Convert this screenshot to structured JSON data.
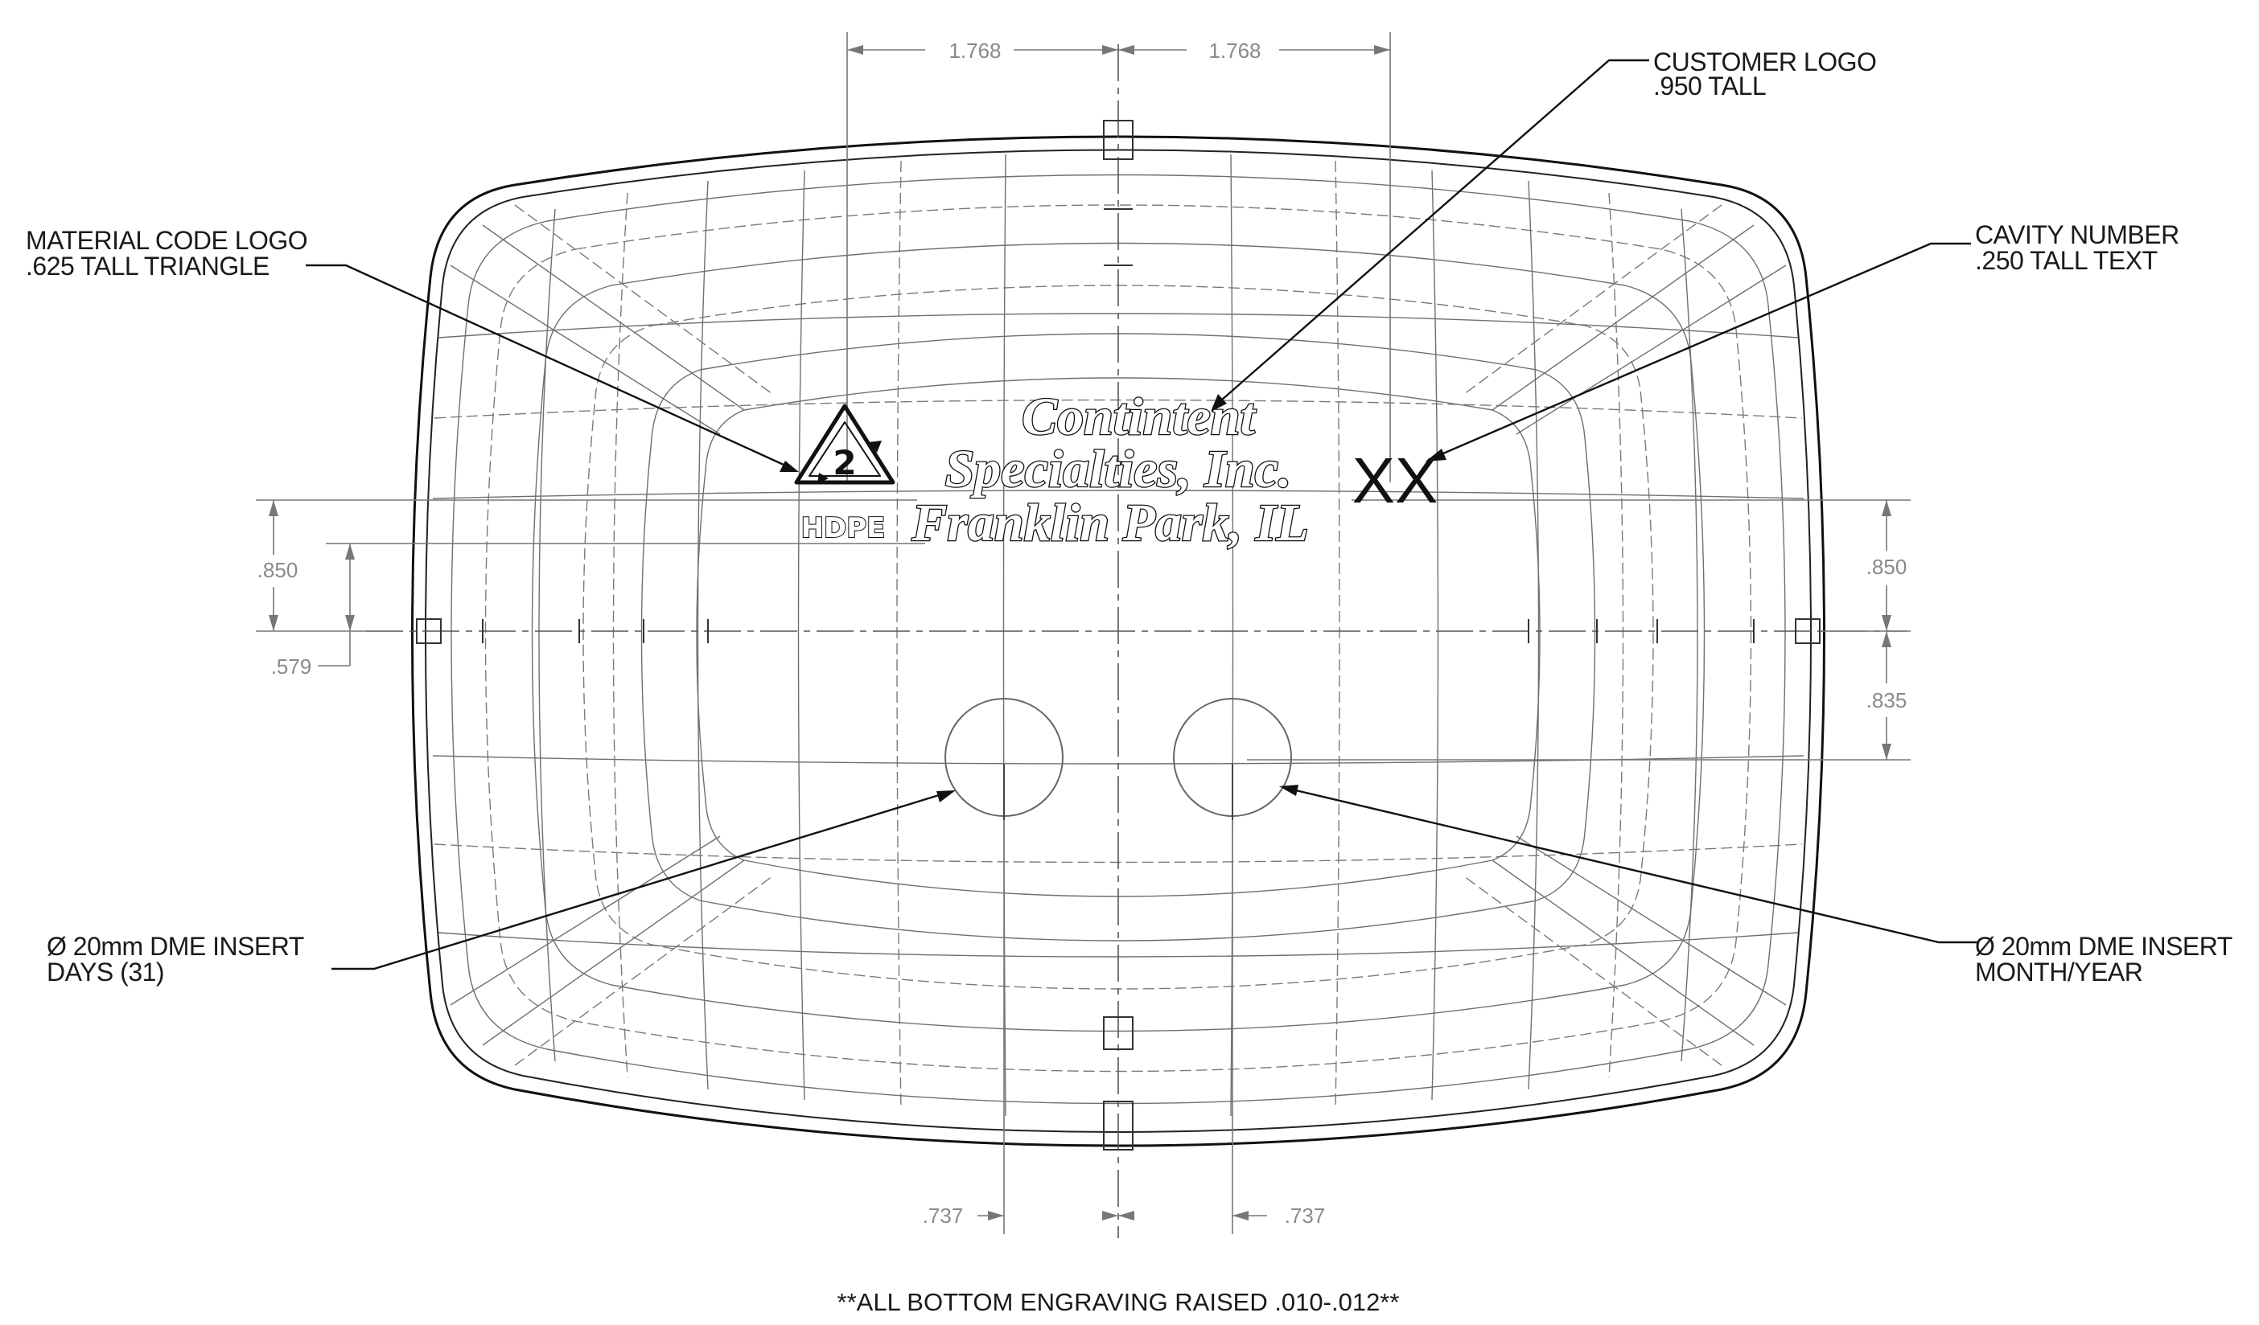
{
  "callouts": {
    "customer_logo": {
      "line1": "CUSTOMER LOGO",
      "line2": ".950 TALL"
    },
    "material_code": {
      "line1": "MATERIAL CODE LOGO",
      "line2": ".625 TALL TRIANGLE"
    },
    "cavity_number": {
      "line1": "CAVITY NUMBER",
      "line2": ".250 TALL TEXT"
    },
    "insert_days": {
      "line1": "Ø 20mm DME INSERT",
      "line2": "DAYS (31)"
    },
    "insert_month": {
      "line1": "Ø 20mm DME INSERT",
      "line2": "MONTH/YEAR"
    }
  },
  "dimensions": {
    "top_left": "1.768",
    "top_right": "1.768",
    "left_upper": ".850",
    "left_lower": ".579",
    "right_upper": ".850",
    "right_lower": ".835",
    "bottom_left": ".737",
    "bottom_right": ".737"
  },
  "logo": {
    "line1": "Contintent",
    "line2": "Specialties, Inc.",
    "line3": "Franklin Park, IL"
  },
  "material_symbol": {
    "number": "2",
    "code": "HDPE"
  },
  "cavity_text": "XX",
  "footer_note": "**ALL BOTTOM ENGRAVING RAISED .010-.012**"
}
